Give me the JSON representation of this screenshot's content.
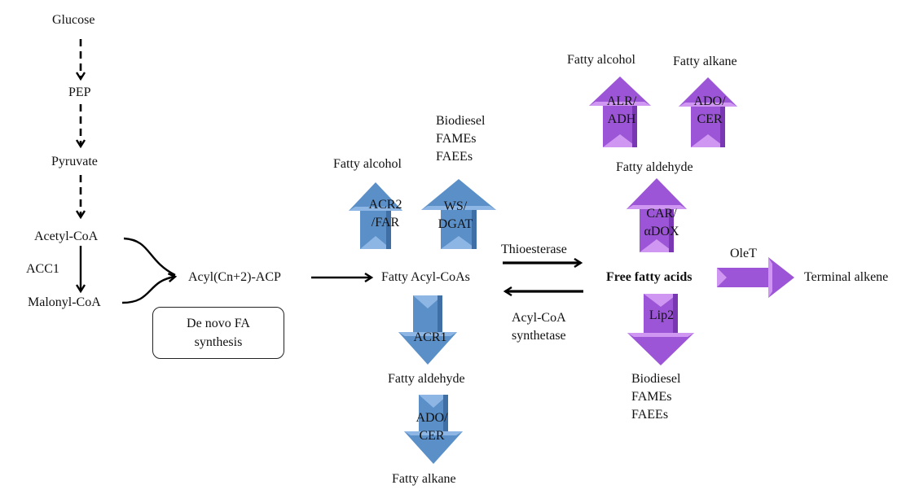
{
  "colors": {
    "blue_arrow": "#5a8fc8",
    "blue_arrow_light": "#8db6e4",
    "blue_arrow_dark": "#3f6fa5",
    "purple_arrow": "#9b55d6",
    "purple_arrow_light": "#cf97f2",
    "purple_arrow_dark": "#7a37b3",
    "line": "#000000"
  },
  "upstream": {
    "glucose": "Glucose",
    "pep": "PEP",
    "pyruvate": "Pyruvate",
    "acetyl_coa": "Acetyl-CoA",
    "acc1": "ACC1",
    "malonyl_coa": "Malonyl-CoA",
    "acyl_acp": "Acyl(Cn+2)-ACP",
    "de_novo_box": [
      "De novo FA",
      "synthesis"
    ]
  },
  "fatty_acyl_coa_branch": {
    "node": "Fatty Acyl-CoAs",
    "fatty_alcohol": "Fatty alcohol",
    "acr2_far": [
      "ACR2",
      "/FAR"
    ],
    "biodiesel": [
      "Biodiesel",
      "FAMEs",
      "FAEEs"
    ],
    "ws_dgat": [
      "WS/",
      "DGAT"
    ],
    "acr1": "ACR1",
    "fatty_aldehyde": "Fatty aldehyde",
    "ado_cer": [
      "ADO/",
      "CER"
    ],
    "fatty_alkane": "Fatty alkane"
  },
  "exchange": {
    "thioesterase": "Thioesterase",
    "acyl_coa_synthetase": [
      "Acyl-CoA",
      "synthetase"
    ]
  },
  "free_fatty_acid_branch": {
    "node": "Free fatty acids",
    "fatty_alcohol": "Fatty alcohol",
    "alr_adh": [
      "ALR/",
      "ADH"
    ],
    "fatty_alkane": "Fatty alkane",
    "ado_cer": [
      "ADO/",
      "CER"
    ],
    "fatty_aldehyde": "Fatty aldehyde",
    "car_adox": [
      "CAR/",
      "αDOX"
    ],
    "olet": "OleT",
    "terminal_alkene": "Terminal alkene",
    "lip2": "Lip2",
    "biodiesel": [
      "Biodiesel",
      "FAMEs",
      "FAEEs"
    ]
  }
}
